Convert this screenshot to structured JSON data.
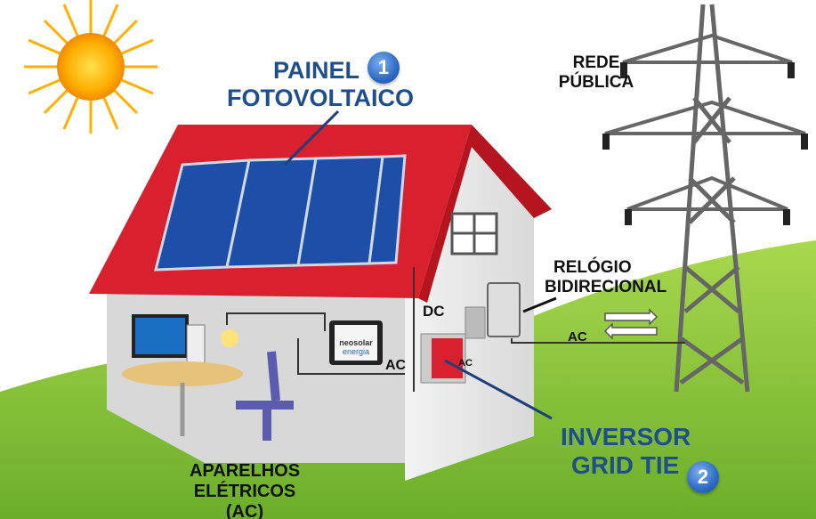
{
  "labels": {
    "panel_line1": "PAINEL",
    "panel_line2": "FOTOVOLTAICO",
    "panel_badge": "1",
    "grid_line1": "REDE",
    "grid_line2": "PÚBLICA",
    "meter_line1": "RELÓGIO",
    "meter_line2": "BIDIRECIONAL",
    "inverter_line1": "INVERSOR",
    "inverter_line2": "GRID TIE",
    "inverter_badge": "2",
    "appliances_line1": "APARELHOS",
    "appliances_line2": "ELÉTRICOS (AC)",
    "dc": "DC",
    "ac_monitor": "AC",
    "ac_inverter": "AC",
    "ac_grid": "AC"
  },
  "logo": {
    "line1": "neosolar",
    "line2": "energia"
  },
  "colors": {
    "roof": "#d9202e",
    "panel": "#1d4fa8",
    "label_blue": "#1f4e8c",
    "grass": "#8cc63f"
  }
}
